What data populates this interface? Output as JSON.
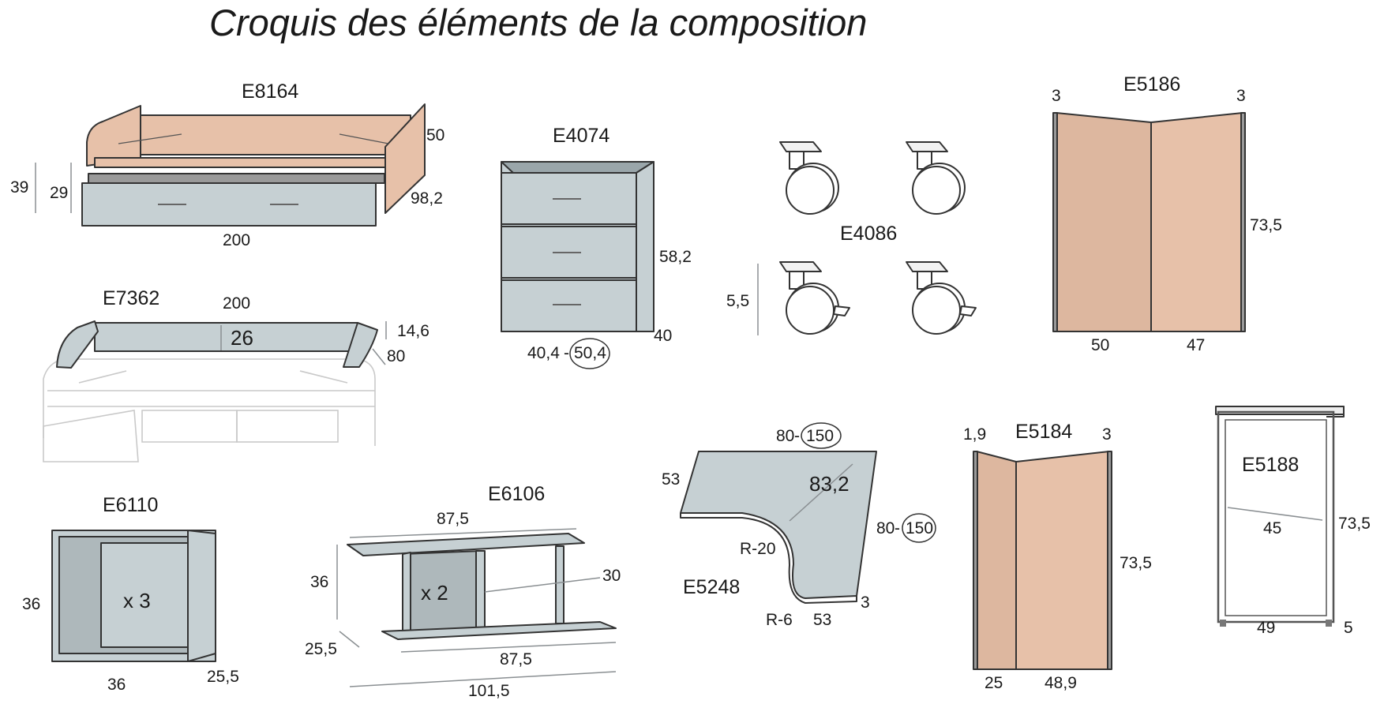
{
  "title": "Croquis des éléments de la composition",
  "items": {
    "e8164": {
      "code": "E8164",
      "height_back": "50",
      "depth": "98,2",
      "height_total": "39",
      "height_drawer": "29",
      "width": "200"
    },
    "e4074": {
      "code": "E4074",
      "height": "58,2",
      "depth": "40",
      "width_a": "40,4",
      "sep": "-",
      "width_b": "50,4"
    },
    "e4086": {
      "code": "E4086",
      "height": "5,5"
    },
    "e5186": {
      "code": "E5186",
      "thick_left": "3",
      "thick_right": "3",
      "height": "73,5",
      "width_left": "50",
      "width_right": "47"
    },
    "e7362": {
      "code": "E7362",
      "width": "200",
      "height": "26",
      "side_height": "14,6",
      "depth": "80"
    },
    "e6110": {
      "code": "E6110",
      "quantity": "x 3",
      "height": "36",
      "width": "36",
      "depth": "25,5"
    },
    "e6106": {
      "code": "E6106",
      "quantity": "x 2",
      "top_width": "87,5",
      "height": "36",
      "inner": "30",
      "depth": "25,5",
      "bottom_width": "87,5",
      "total_width": "101,5"
    },
    "e5248": {
      "code": "E5248",
      "top_a": "80",
      "top_sep": "-",
      "top_b": "150",
      "left": "53",
      "diag": "83,2",
      "right_a": "80",
      "right_sep": "-",
      "right_b": "150",
      "radius_large": "R-20",
      "radius_small": "R-6",
      "bottom": "53",
      "thickness": "3"
    },
    "e5184": {
      "code": "E5184",
      "thick_left": "1,9",
      "thick_right": "3",
      "height": "73,5",
      "width_left": "25",
      "width_right": "48,9"
    },
    "e5188": {
      "code": "E5188",
      "width_inner": "45",
      "height": "73,5",
      "width_bottom": "49",
      "thickness": "5"
    }
  },
  "colors": {
    "panel_grey": "#c6d0d3",
    "panel_tan": "#e7c1a9",
    "outline": "#333333",
    "dim_arrow": "#8a8f92"
  }
}
